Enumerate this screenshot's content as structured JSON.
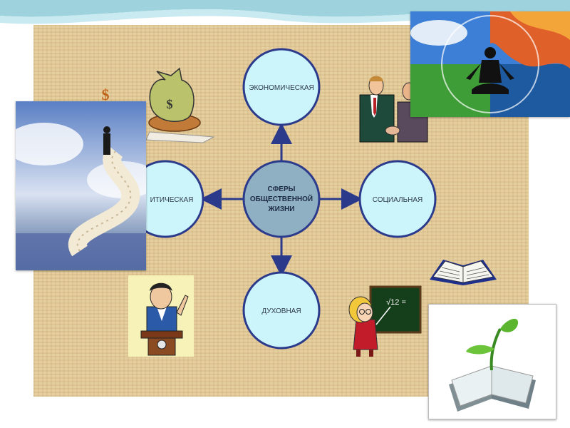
{
  "diagram": {
    "center": {
      "lines": [
        "СФЕРЫ",
        "ОБЩЕСТВЕННОЙ",
        "ЖИЗНИ"
      ]
    },
    "nodes": {
      "top": {
        "label": "ЭКОНОМИЧЕСКАЯ"
      },
      "left": {
        "label": "ИТИЧЕСКАЯ"
      },
      "right": {
        "label": "СОЦИАЛЬНАЯ"
      },
      "bottom": {
        "label": "ДУХОВНАЯ"
      }
    },
    "chalkboard_text": "√12 ="
  },
  "colors": {
    "node_fill": "#ccf4fb",
    "node_stroke": "#2c3a8c",
    "center_fill": "#8fb0c2",
    "board": "#e6cf9f"
  },
  "icons": [
    "money-bag-icon",
    "dollar-sign-icon",
    "handshake-icon",
    "meditation-icon",
    "staircase-icon",
    "speaker-icon",
    "teacher-icon",
    "open-book-icon",
    "sprout-book-icon"
  ]
}
